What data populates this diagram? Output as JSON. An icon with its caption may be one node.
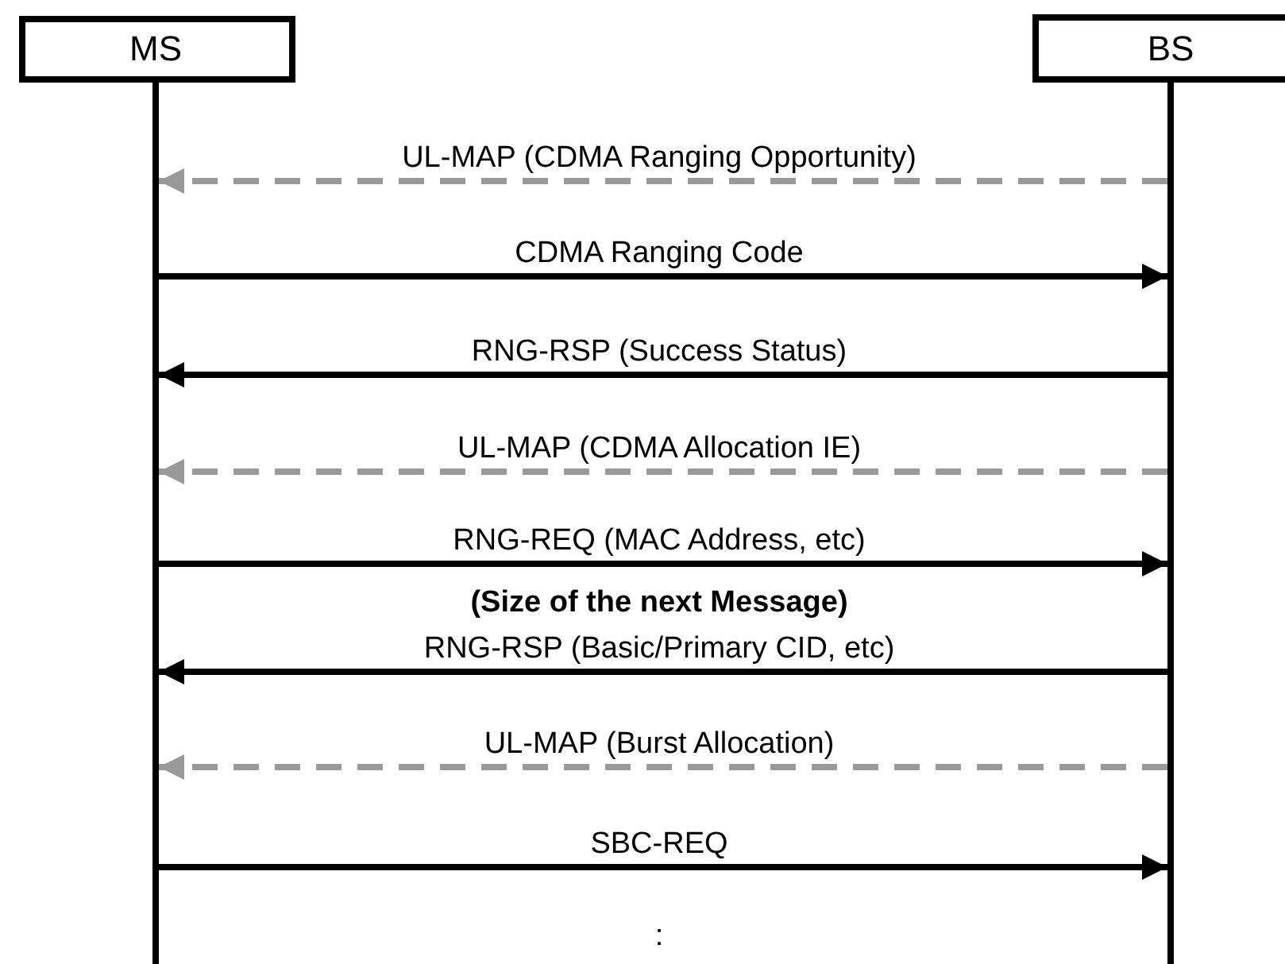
{
  "diagram": {
    "nodes": [
      {
        "text": [
          "MS"
        ]
      },
      {
        "text": [
          "BS"
        ]
      }
    ],
    "edges": [
      {
        "from": 1,
        "to": 0,
        "arrow": "to",
        "label": "UL-MAP (CDMA Ranging Opportunity)",
        "style": "dashed",
        "color": "#999999"
      },
      {
        "from": 0,
        "to": 1,
        "arrow": "to",
        "label": "CDMA Ranging Code"
      },
      {
        "from": 1,
        "to": 0,
        "arrow": "to",
        "label": "RNG-RSP (Success Status)"
      },
      {
        "from": 1,
        "to": 0,
        "arrow": "to",
        "label": "UL-MAP (CDMA Allocation IE)",
        "style": "dashed",
        "color": "#999999"
      },
      {
        "from": 0,
        "to": 1,
        "arrow": "to",
        "label": "RNG-REQ (MAC Address, etc)"
      },
      {
        "from": 1,
        "to": 0,
        "arrow": "to",
        "label": "RNG-RSP (Basic/Primary CID, etc)"
      },
      {
        "from": 1,
        "to": 0,
        "arrow": "to",
        "label": "UL-MAP (Burst Allocation)",
        "style": "dashed",
        "color": "#999999"
      },
      {
        "from": 0,
        "to": 1,
        "arrow": "to",
        "label": "SBC-REQ"
      }
    ],
    "labels": [
      "(Size of the next Message)",
      ":"
    ]
  }
}
